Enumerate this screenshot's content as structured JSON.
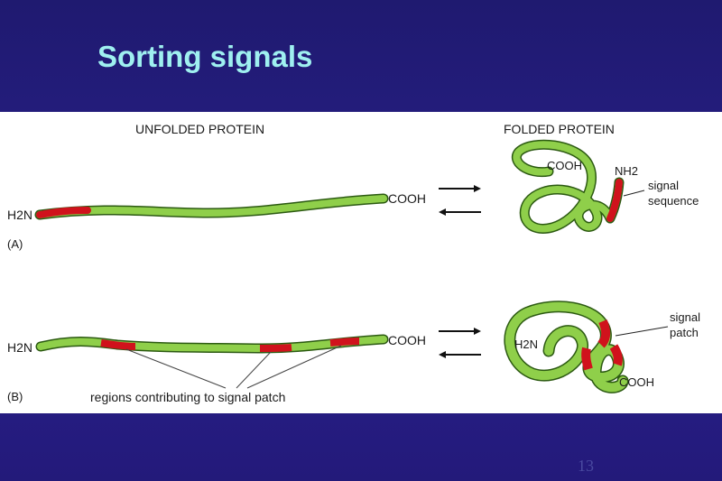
{
  "slide": {
    "title": "Sorting signals",
    "page_number": "13"
  },
  "figure": {
    "headers": {
      "unfolded": "UNFOLDED PROTEIN",
      "folded": "FOLDED PROTEIN"
    },
    "panel_a": {
      "label": "(A)",
      "n_terminus": "H2N",
      "c_terminus": "COOH",
      "folded_c_terminus": "COOH",
      "folded_n_terminus": "NH2",
      "signal_label_line1": "signal",
      "signal_label_line2": "sequence"
    },
    "panel_b": {
      "label": "(B)",
      "n_terminus": "H2N",
      "c_terminus": "COOH",
      "folded_n_terminus": "H2N",
      "folded_c_terminus": "COOH",
      "signal_label_line1": "signal",
      "signal_label_line2": "patch",
      "regions_caption": "regions contributing to signal patch"
    },
    "colors": {
      "chain_fill": "#8fcf4a",
      "chain_outline": "#2c5a12",
      "signal_fill": "#d0121c",
      "arrow": "#111111"
    }
  }
}
